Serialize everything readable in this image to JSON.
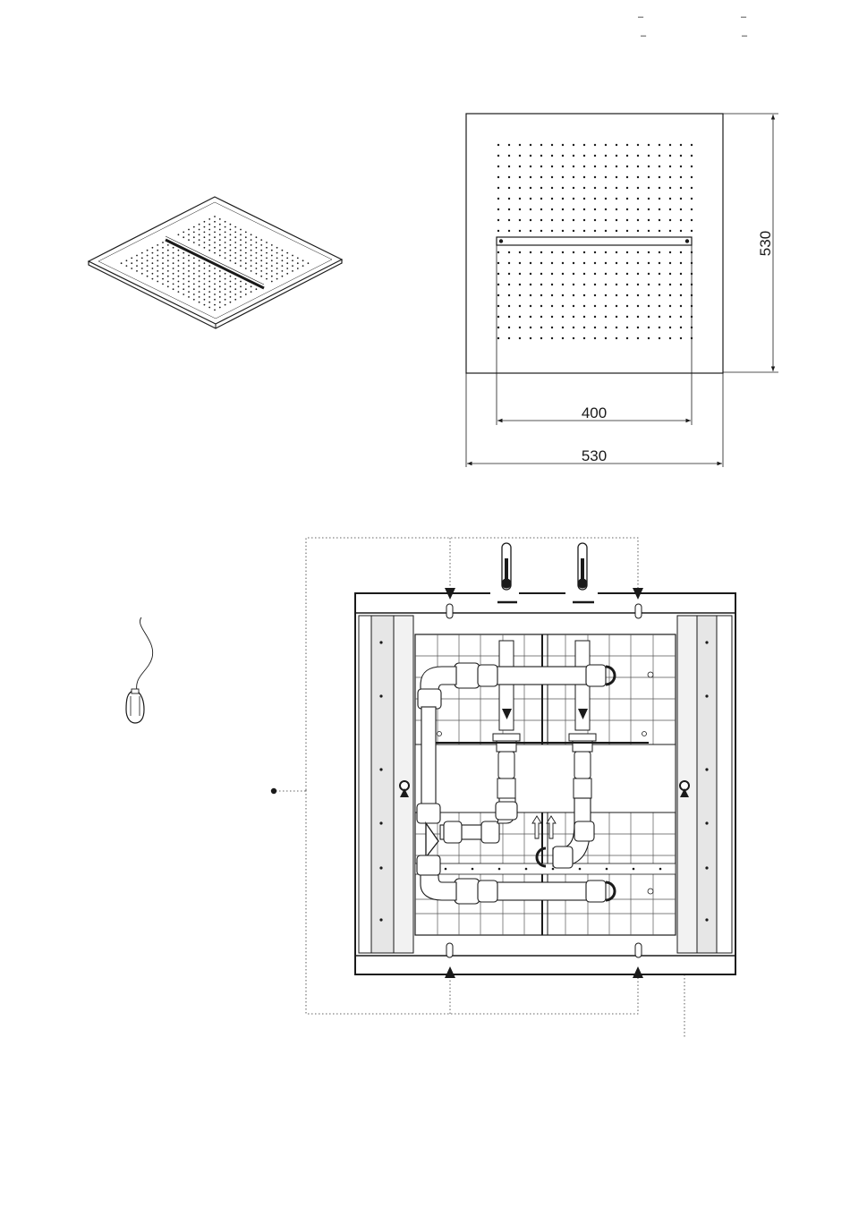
{
  "page": {
    "corner_marks": [
      "–",
      "–",
      "–",
      "–"
    ]
  },
  "views": {
    "isometric": {
      "name": "shower-head-isometric-view"
    },
    "top": {
      "name": "shower-head-top-view",
      "dimensions": {
        "outer_width": "530",
        "outer_height": "530",
        "spray_width": "400"
      }
    },
    "installation": {
      "name": "recessed-installation-box-view"
    }
  },
  "accessories": {
    "safety_cable": {
      "icon": "carabiner-icon"
    }
  },
  "colors": {
    "line": "#1a1a1a",
    "frame_fill": "#e6e6e6",
    "grid": "#555555",
    "pipe_fill": "#ffffff",
    "leader": "#333333"
  }
}
